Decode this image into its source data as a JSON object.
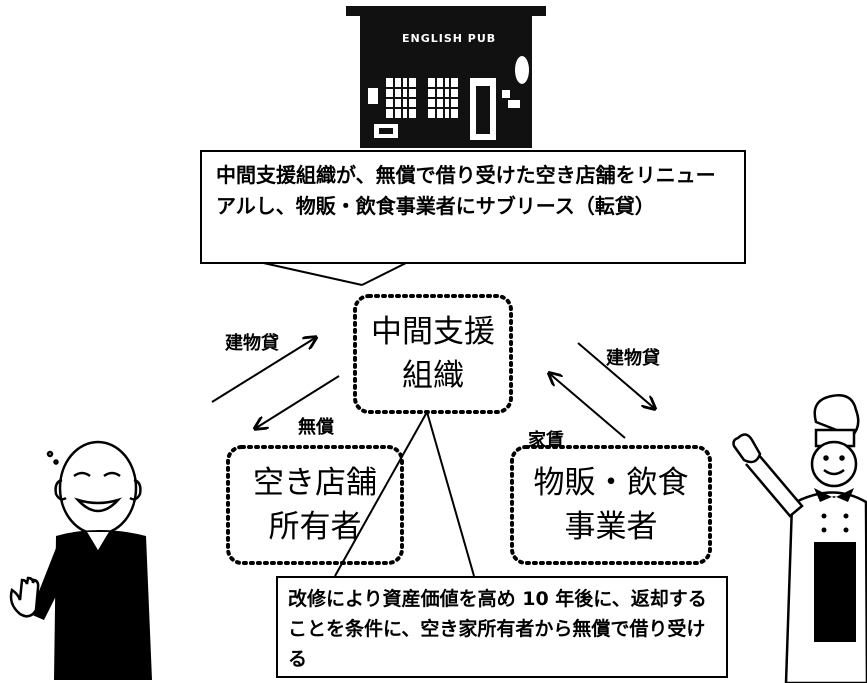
{
  "pub": {
    "sign": "ENGLISH PUB"
  },
  "callout_top": {
    "text": "中間支援組織が、無償で借り受けた空き店舗をリニューアルし、物販・飲食事業者にサブリース（転貸）"
  },
  "callout_bottom": {
    "text": "改修により資産価値を高め 10 年後に、返却することを条件に、空き家所有者から無償で借り受ける"
  },
  "nodes": {
    "center": {
      "line1": "中間支援",
      "line2": "組織"
    },
    "left": {
      "line1": "空き店舗",
      "line2": "所有者"
    },
    "right": {
      "line1": "物販・飲食",
      "line2": "事業者"
    }
  },
  "edges": {
    "left_up": "建物貸",
    "left_down": "無償",
    "right_down": "建物貸",
    "right_up": "家賃"
  },
  "colors": {
    "ink": "#000000",
    "building": "#111111",
    "window": "#ffffff"
  }
}
